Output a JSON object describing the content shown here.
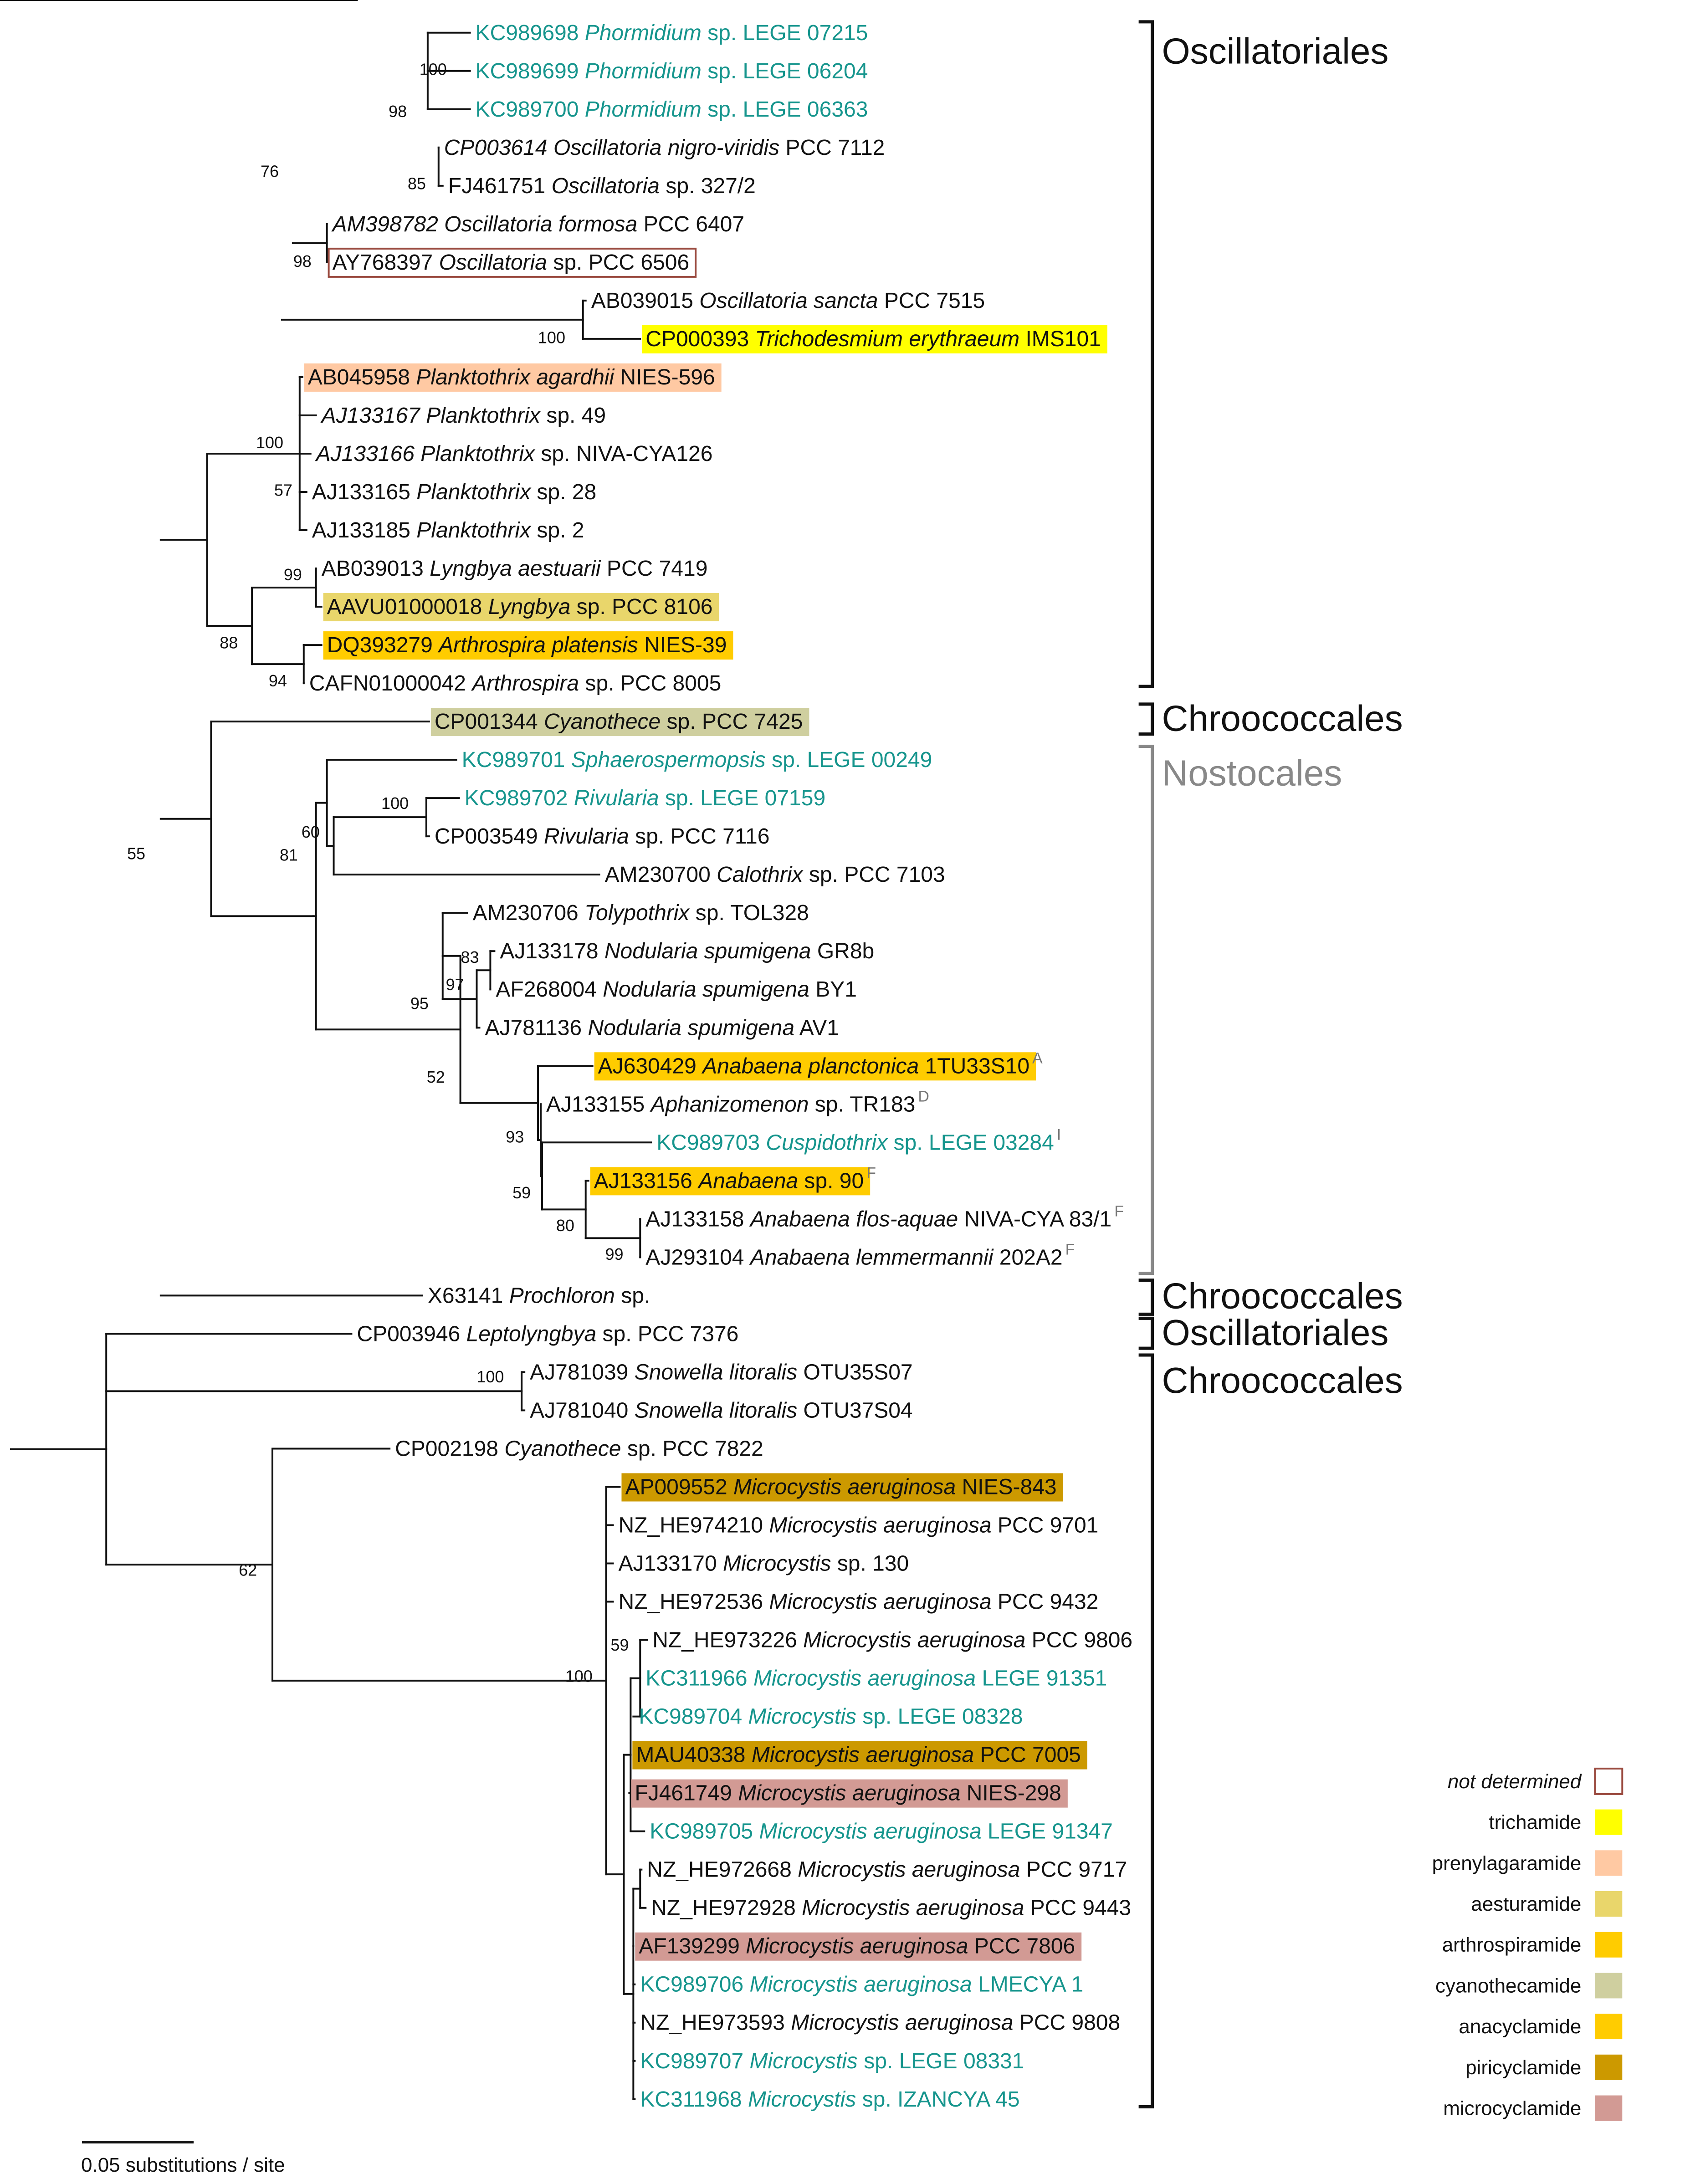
{
  "scale_bar": {
    "label": "0.05 substitutions / site"
  },
  "colors": {
    "teal_text": "#16958d",
    "trichamide": "#ffff00",
    "prenylagaramide": "#ffc9a3",
    "aesturamide": "#e9d66b",
    "arthrospiramide": "#ffcc00",
    "cyanothecamide": "#cfcf9f",
    "anacyclamide": "#ffcc00",
    "piricyclamide": "#cc9900",
    "microcyclamide": "#d29a94",
    "not_determined_border": "#9a4a3f"
  },
  "tips": [
    {
      "acc": "KC989698",
      "genus": "Phormidium",
      "rest": " sp. LEGE 07215",
      "color": "teal"
    },
    {
      "acc": "KC989699",
      "genus": "Phormidium",
      "rest": " sp. LEGE 06204",
      "color": "teal"
    },
    {
      "acc": "KC989700",
      "genus": "Phormidium",
      "rest": " sp. LEGE 06363",
      "color": "teal"
    },
    {
      "acc": "CP003614",
      "acc_italic": true,
      "genus": "Oscillatoria nigro-viridis",
      "rest": " PCC 7112"
    },
    {
      "acc": "FJ461751",
      "genus": "Oscillatoria",
      "rest": " sp. 327/2"
    },
    {
      "acc": "AM398782",
      "acc_italic": true,
      "genus": "Oscillatoria formosa",
      "rest": " PCC 6407"
    },
    {
      "acc": "AY768397",
      "genus": "Oscillatoria",
      "rest": " sp. PCC 6506",
      "highlight": "not_determined"
    },
    {
      "acc": "AB039015",
      "genus": "Oscillatoria sancta",
      "rest": " PCC 7515"
    },
    {
      "acc": "CP000393",
      "genus": "Trichodesmium erythraeum",
      "rest": " IMS101",
      "highlight": "trichamide"
    },
    {
      "acc": "AB045958",
      "genus": "Planktothrix agardhii",
      "rest": " NIES-596",
      "highlight": "prenylagaramide"
    },
    {
      "acc": "AJ133167",
      "acc_italic": true,
      "genus": "Planktothrix",
      "rest": " sp. 49"
    },
    {
      "acc": "AJ133166",
      "acc_italic": true,
      "genus": "Planktothrix",
      "rest": " sp. NIVA-CYA126"
    },
    {
      "acc": "AJ133165",
      "genus": "Planktothrix",
      "rest": " sp. 28"
    },
    {
      "acc": "AJ133185",
      "genus": "Planktothrix",
      "rest": " sp. 2"
    },
    {
      "acc": "AB039013",
      "genus": "Lyngbya aestuarii",
      "rest": " PCC 7419"
    },
    {
      "acc": "AAVU01000018",
      "genus": "Lyngbya",
      "rest": " sp. PCC 8106",
      "highlight": "aesturamide"
    },
    {
      "acc": "DQ393279",
      "genus": "Arthrospira platensis",
      "rest": " NIES-39",
      "highlight": "arthrospiramide"
    },
    {
      "acc": "CAFN01000042",
      "genus": "Arthrospira",
      "rest": " sp. PCC 8005"
    },
    {
      "acc": "CP001344",
      "genus": "Cyanothece",
      "rest": " sp. PCC 7425",
      "highlight": "cyanothecamide"
    },
    {
      "acc": "KC989701",
      "genus": "Sphaerospermopsis",
      "rest": " sp. LEGE 00249",
      "color": "teal"
    },
    {
      "acc": "KC989702",
      "genus": "Rivularia",
      "rest": " sp. LEGE 07159",
      "color": "teal"
    },
    {
      "acc": "CP003549",
      "genus": "Rivularia",
      "rest": " sp. PCC 7116"
    },
    {
      "acc": "AM230700",
      "genus": "Calothrix",
      "rest": " sp. PCC 7103"
    },
    {
      "acc": "AM230706",
      "genus": "Tolypothrix",
      "rest": " sp. TOL328"
    },
    {
      "acc": "AJ133178",
      "genus": "Nodularia spumigena",
      "rest": " GR8b"
    },
    {
      "acc": "AF268004",
      "genus": "Nodularia spumigena",
      "rest": " BY1"
    },
    {
      "acc": "AJ781136",
      "genus": "Nodularia spumigena",
      "rest": " AV1"
    },
    {
      "acc": "AJ630429",
      "genus": "Anabaena planctonica",
      "rest": " 1TU33S10",
      "highlight": "anacyclamide",
      "sup": "A"
    },
    {
      "acc": "AJ133155",
      "genus": "Aphanizomenon",
      "rest": " sp. TR183",
      "sup": "D"
    },
    {
      "acc": "KC989703",
      "genus": "Cuspidothrix",
      "rest": " sp. LEGE 03284",
      "color": "teal",
      "sup": "I"
    },
    {
      "acc": "AJ133156",
      "genus": "Anabaena",
      "rest": " sp. 90",
      "highlight": "anacyclamide",
      "sup": "F"
    },
    {
      "acc": "AJ133158",
      "genus": "Anabaena flos-aquae",
      "rest": " NIVA-CYA 83/1",
      "sup": "F"
    },
    {
      "acc": "AJ293104",
      "genus": "Anabaena lemmermannii",
      "rest": " 202A2",
      "sup": "F"
    },
    {
      "acc": "X63141",
      "genus": "Prochloron",
      "rest": " sp."
    },
    {
      "acc": "CP003946",
      "genus": "Leptolyngbya",
      "rest": " sp. PCC 7376"
    },
    {
      "acc": "AJ781039",
      "genus": "Snowella litoralis",
      "rest": " OTU35S07"
    },
    {
      "acc": "AJ781040",
      "genus": "Snowella litoralis",
      "rest": " OTU37S04"
    },
    {
      "acc": "CP002198",
      "genus": "Cyanothece",
      "rest": " sp. PCC 7822"
    },
    {
      "acc": "AP009552",
      "genus": "Microcystis aeruginosa",
      "rest": " NIES-843",
      "highlight": "piricyclamide"
    },
    {
      "acc": "NZ_HE974210",
      "genus": "Microcystis aeruginosa",
      "rest": " PCC 9701"
    },
    {
      "acc": "AJ133170",
      "genus": "Microcystis",
      "rest": " sp. 130"
    },
    {
      "acc": "NZ_HE972536",
      "genus": "Microcystis aeruginosa",
      "rest": " PCC 9432"
    },
    {
      "acc": "NZ_HE973226",
      "genus": "Microcystis aeruginosa",
      "rest": " PCC 9806"
    },
    {
      "acc": "KC311966",
      "genus": "Microcystis aeruginosa",
      "rest": " LEGE 91351",
      "color": "teal"
    },
    {
      "acc": "KC989704",
      "genus": "Microcystis",
      "rest": " sp. LEGE 08328",
      "color": "teal"
    },
    {
      "acc": "MAU40338",
      "genus": "Microcystis aeruginosa",
      "rest": " PCC 7005",
      "highlight": "piricyclamide"
    },
    {
      "acc": "FJ461749",
      "genus": "Microcystis aeruginosa",
      "rest": " NIES-298",
      "highlight": "microcyclamide"
    },
    {
      "acc": "KC989705",
      "genus": "Microcystis aeruginosa",
      "rest": " LEGE 91347",
      "color": "teal"
    },
    {
      "acc": "NZ_HE972668",
      "genus": "Microcystis aeruginosa",
      "rest": " PCC 9717"
    },
    {
      "acc": "NZ_HE972928",
      "genus": "Microcystis aeruginosa",
      "rest": " PCC 9443"
    },
    {
      "acc": "AF139299",
      "genus": "Microcystis aeruginosa",
      "rest": " PCC 7806",
      "highlight": "microcyclamide"
    },
    {
      "acc": "KC989706",
      "genus": "Microcystis aeruginosa",
      "rest": " LMECYA 1",
      "color": "teal"
    },
    {
      "acc": "NZ_HE973593",
      "genus": "Microcystis aeruginosa",
      "rest": " PCC 9808"
    },
    {
      "acc": "KC989707",
      "genus": "Microcystis",
      "rest": " sp. LEGE 08331",
      "color": "teal"
    },
    {
      "acc": "KC311968",
      "genus": "Microcystis",
      "rest": " sp. IZANCYA 45",
      "color": "teal"
    }
  ],
  "bootstrap": [
    "100",
    "98",
    "85",
    "76",
    "98",
    "100",
    "100",
    "57",
    "99",
    "88",
    "94",
    "55",
    "100",
    "60",
    "81",
    "83",
    "97",
    "95",
    "52",
    "93",
    "59",
    "80",
    "99",
    "100",
    "62",
    "59",
    "100"
  ],
  "clades": [
    {
      "label": "Oscillatoriales",
      "color": "black"
    },
    {
      "label": "Chroococcales",
      "color": "black"
    },
    {
      "label": "Nostocales",
      "color": "grey"
    },
    {
      "label": "Chroococcales",
      "color": "black"
    },
    {
      "label": "Oscillatoriales",
      "color": "black"
    },
    {
      "label": "Chroococcales",
      "color": "black"
    }
  ],
  "legend": [
    {
      "key": "not_determined",
      "label": "not determined",
      "italic": true
    },
    {
      "key": "trichamide",
      "label": "trichamide"
    },
    {
      "key": "prenylagaramide",
      "label": "prenylagaramide"
    },
    {
      "key": "aesturamide",
      "label": "aesturamide"
    },
    {
      "key": "arthrospiramide",
      "label": "arthrospiramide"
    },
    {
      "key": "cyanothecamide",
      "label": "cyanothecamide"
    },
    {
      "key": "anacyclamide",
      "label": "anacyclamide"
    },
    {
      "key": "piricyclamide",
      "label": "piricyclamide"
    },
    {
      "key": "microcyclamide",
      "label": "microcyclamide"
    }
  ]
}
